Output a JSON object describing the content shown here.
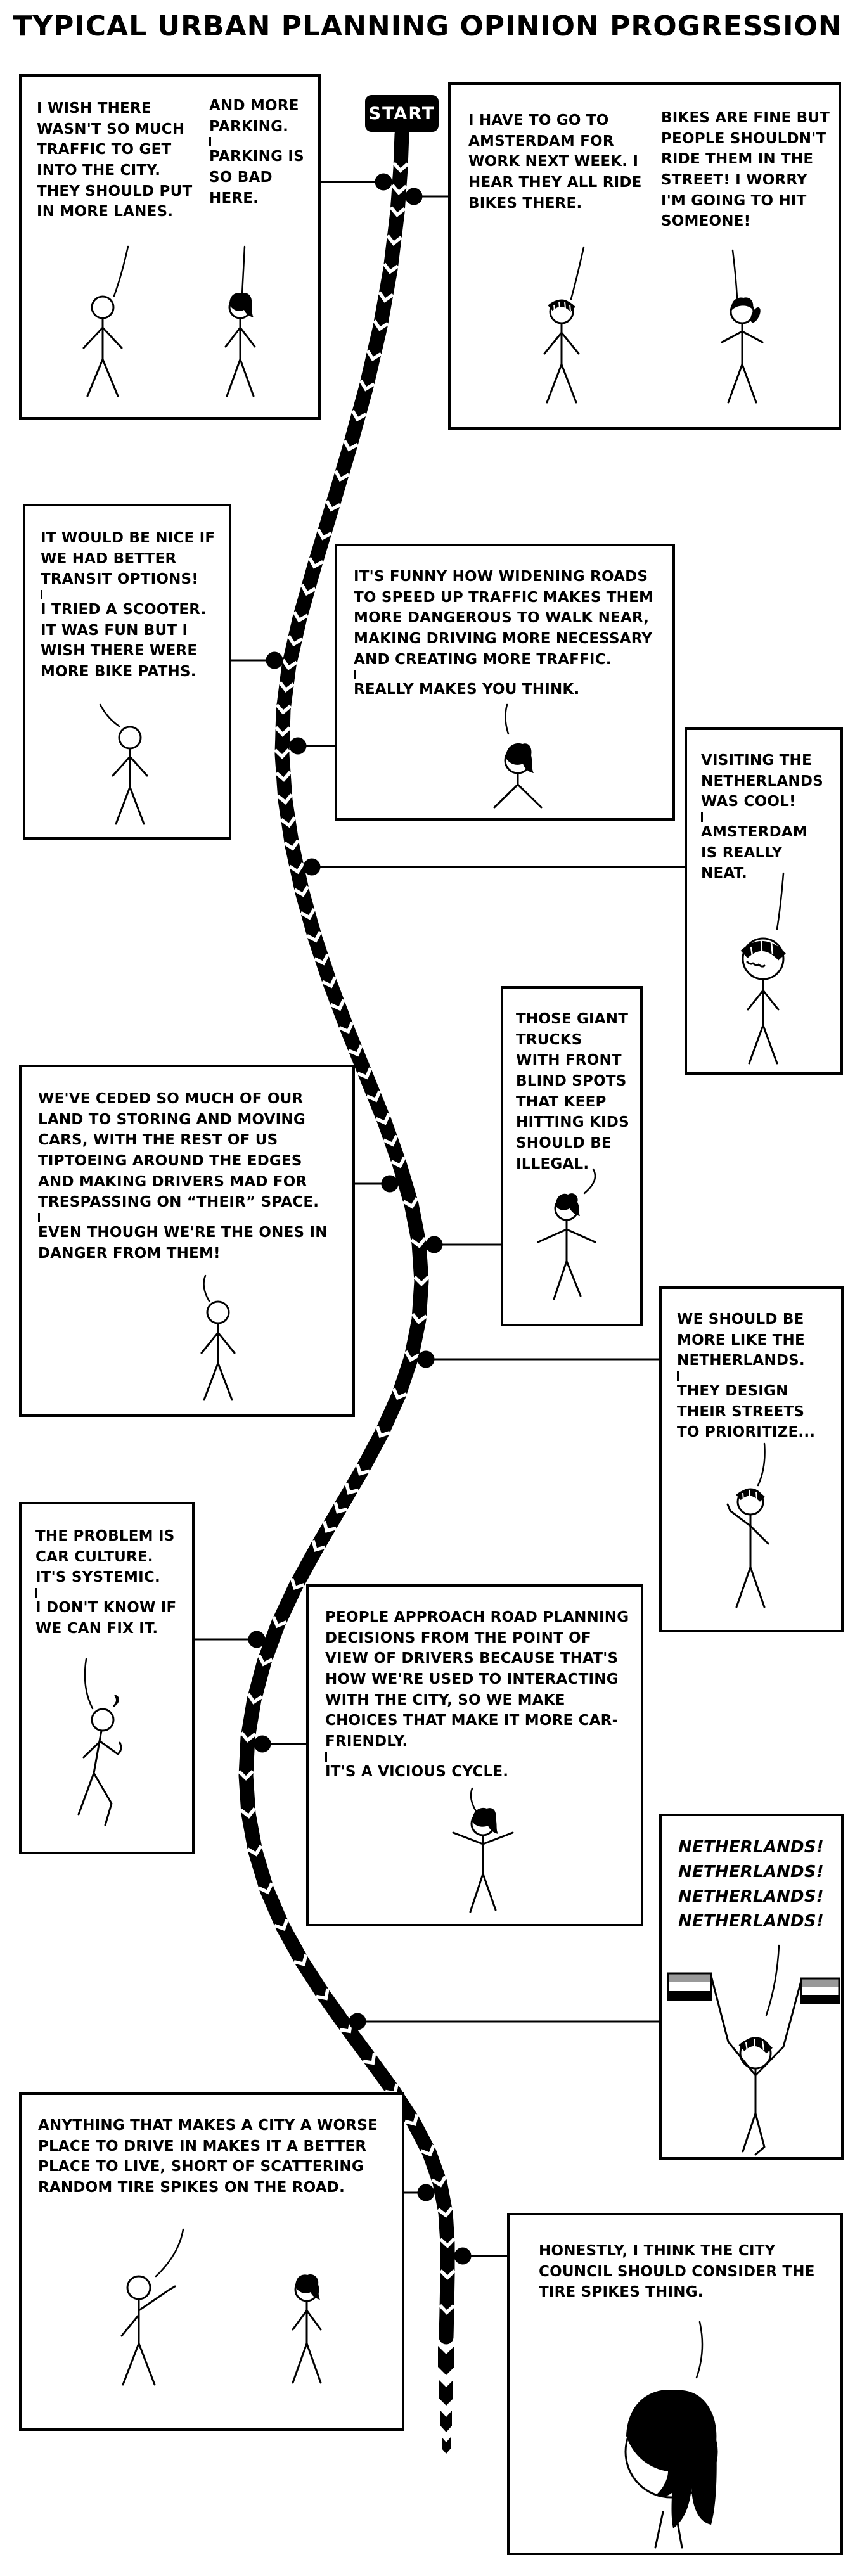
{
  "title": "TYPICAL URBAN PLANNING OPINION PROGRESSION",
  "start_label": "START",
  "colors": {
    "ink": "#000000",
    "paper": "#ffffff",
    "flag_stripes": [
      "#999999",
      "#ffffff",
      "#000000"
    ]
  },
  "panels": {
    "traffic": {
      "speaker1": "I WISH THERE WASN'T SO MUCH TRAFFIC TO GET INTO THE CITY. THEY SHOULD PUT IN MORE LANES.",
      "speaker2a": "AND MORE PARKING.",
      "speaker2b": "PARKING IS SO BAD HERE."
    },
    "amsterdam": {
      "speaker1": "I HAVE TO GO TO AMSTERDAM FOR WORK NEXT WEEK. I HEAR THEY ALL RIDE BIKES THERE.",
      "speaker2": "BIKES ARE FINE BUT PEOPLE SHOULDN'T RIDE THEM IN THE STREET! I WORRY I'M GOING TO HIT SOMEONE!"
    },
    "transit": {
      "line1": "IT WOULD BE NICE IF WE HAD BETTER TRANSIT OPTIONS!",
      "line2": "I TRIED A SCOOTER. IT WAS FUN BUT I WISH THERE WERE MORE BIKE PATHS."
    },
    "widening": {
      "line1": "IT'S FUNNY HOW WIDENING ROADS TO SPEED UP TRAFFIC MAKES THEM MORE DANGEROUS TO WALK NEAR, MAKING DRIVING MORE NECESSARY AND CREATING MORE TRAFFIC.",
      "line2": "REALLY MAKES YOU THINK."
    },
    "visiting": {
      "line1": "VISITING THE NETHERLANDS WAS COOL!",
      "line2": "AMSTERDAM IS REALLY NEAT."
    },
    "trucks": {
      "line1": "THOSE GIANT TRUCKS WITH FRONT BLIND SPOTS THAT KEEP HITTING KIDS SHOULD BE ILLEGAL."
    },
    "ceded": {
      "line1": "WE'VE CEDED SO MUCH OF OUR LAND TO STORING AND MOVING CARS, WITH THE REST OF US TIPTOEING AROUND THE EDGES AND MAKING DRIVERS MAD FOR TRESPASSING ON “THEIR” SPACE.",
      "line2": "EVEN THOUGH WE'RE THE ONES IN DANGER FROM THEM!"
    },
    "netherlands_design": {
      "line1": "WE SHOULD BE MORE LIKE THE NETHERLANDS.",
      "line2": "THEY DESIGN THEIR STREETS TO PRIORITIZE..."
    },
    "car_culture": {
      "line1": "THE PROBLEM IS CAR CULTURE. IT'S SYSTEMIC.",
      "line2": "I DON'T KNOW IF WE CAN FIX IT."
    },
    "vicious_cycle": {
      "line1": "PEOPLE APPROACH ROAD PLANNING DECISIONS FROM THE POINT OF VIEW OF DRIVERS BECAUSE THAT'S HOW WE'RE USED TO INTERACTING WITH THE CITY, SO WE MAKE CHOICES THAT MAKE IT MORE CAR-FRIENDLY.",
      "line2": "IT'S A VICIOUS CYCLE."
    },
    "chant": {
      "line1": "NETHERLANDS!",
      "line2": "NETHERLANDS!",
      "line3": "NETHERLANDS!",
      "line4": "NETHERLANDS!"
    },
    "tire_spikes": {
      "line1": "ANYTHING THAT MAKES A CITY A WORSE PLACE TO DRIVE IN MAKES IT A BETTER PLACE TO LIVE, SHORT OF SCATTERING RANDOM TIRE SPIKES ON THE ROAD."
    },
    "council": {
      "line1": "HONESTLY, I THINK THE CITY COUNCIL SHOULD CONSIDER THE TIRE SPIKES THING."
    }
  },
  "figures": {
    "traffic": [
      "cueball",
      "bob-hair-woman"
    ],
    "amsterdam": [
      "beanie-man",
      "ponytail-woman"
    ],
    "transit": [
      "cueball"
    ],
    "widening": [
      "side-part-hair-person"
    ],
    "visiting": [
      "beanie-man"
    ],
    "trucks": [
      "messy-hair-person"
    ],
    "ceded": [
      "cueball"
    ],
    "netherlands_design": [
      "beanie-man-thumbs-up"
    ],
    "car_culture": [
      "walking-cueball"
    ],
    "vicious_cycle": [
      "side-part-hair-person-arms-up"
    ],
    "chant": [
      "beanie-man-with-two-netherlands-flags"
    ],
    "tire_spikes": [
      "cueball-pointing",
      "bob-hair-woman"
    ],
    "council": [
      "long-hair-person-closeup"
    ]
  }
}
